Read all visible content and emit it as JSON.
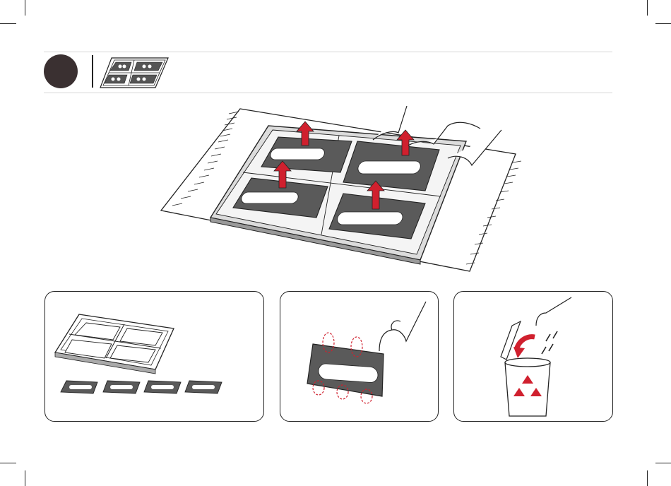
{
  "page": {
    "title": "",
    "step": {
      "number_text": "",
      "thumbnail": "tray-sheet-thumbnail"
    },
    "main_illustration": "lift-plates-from-tray",
    "panels": [
      {
        "name": "separated-parts",
        "icon": "frame-and-plates-icon"
      },
      {
        "name": "remove-sprues",
        "icon": "snip-tabs-icon"
      },
      {
        "name": "recycle-waste",
        "icon": "recycle-bin-icon"
      }
    ],
    "colors": {
      "accent_red": "#d0202e",
      "step_circle": "#3a3031",
      "tray_gray": "#555555",
      "line": "#222222",
      "rule": "#d6d6d6"
    }
  }
}
